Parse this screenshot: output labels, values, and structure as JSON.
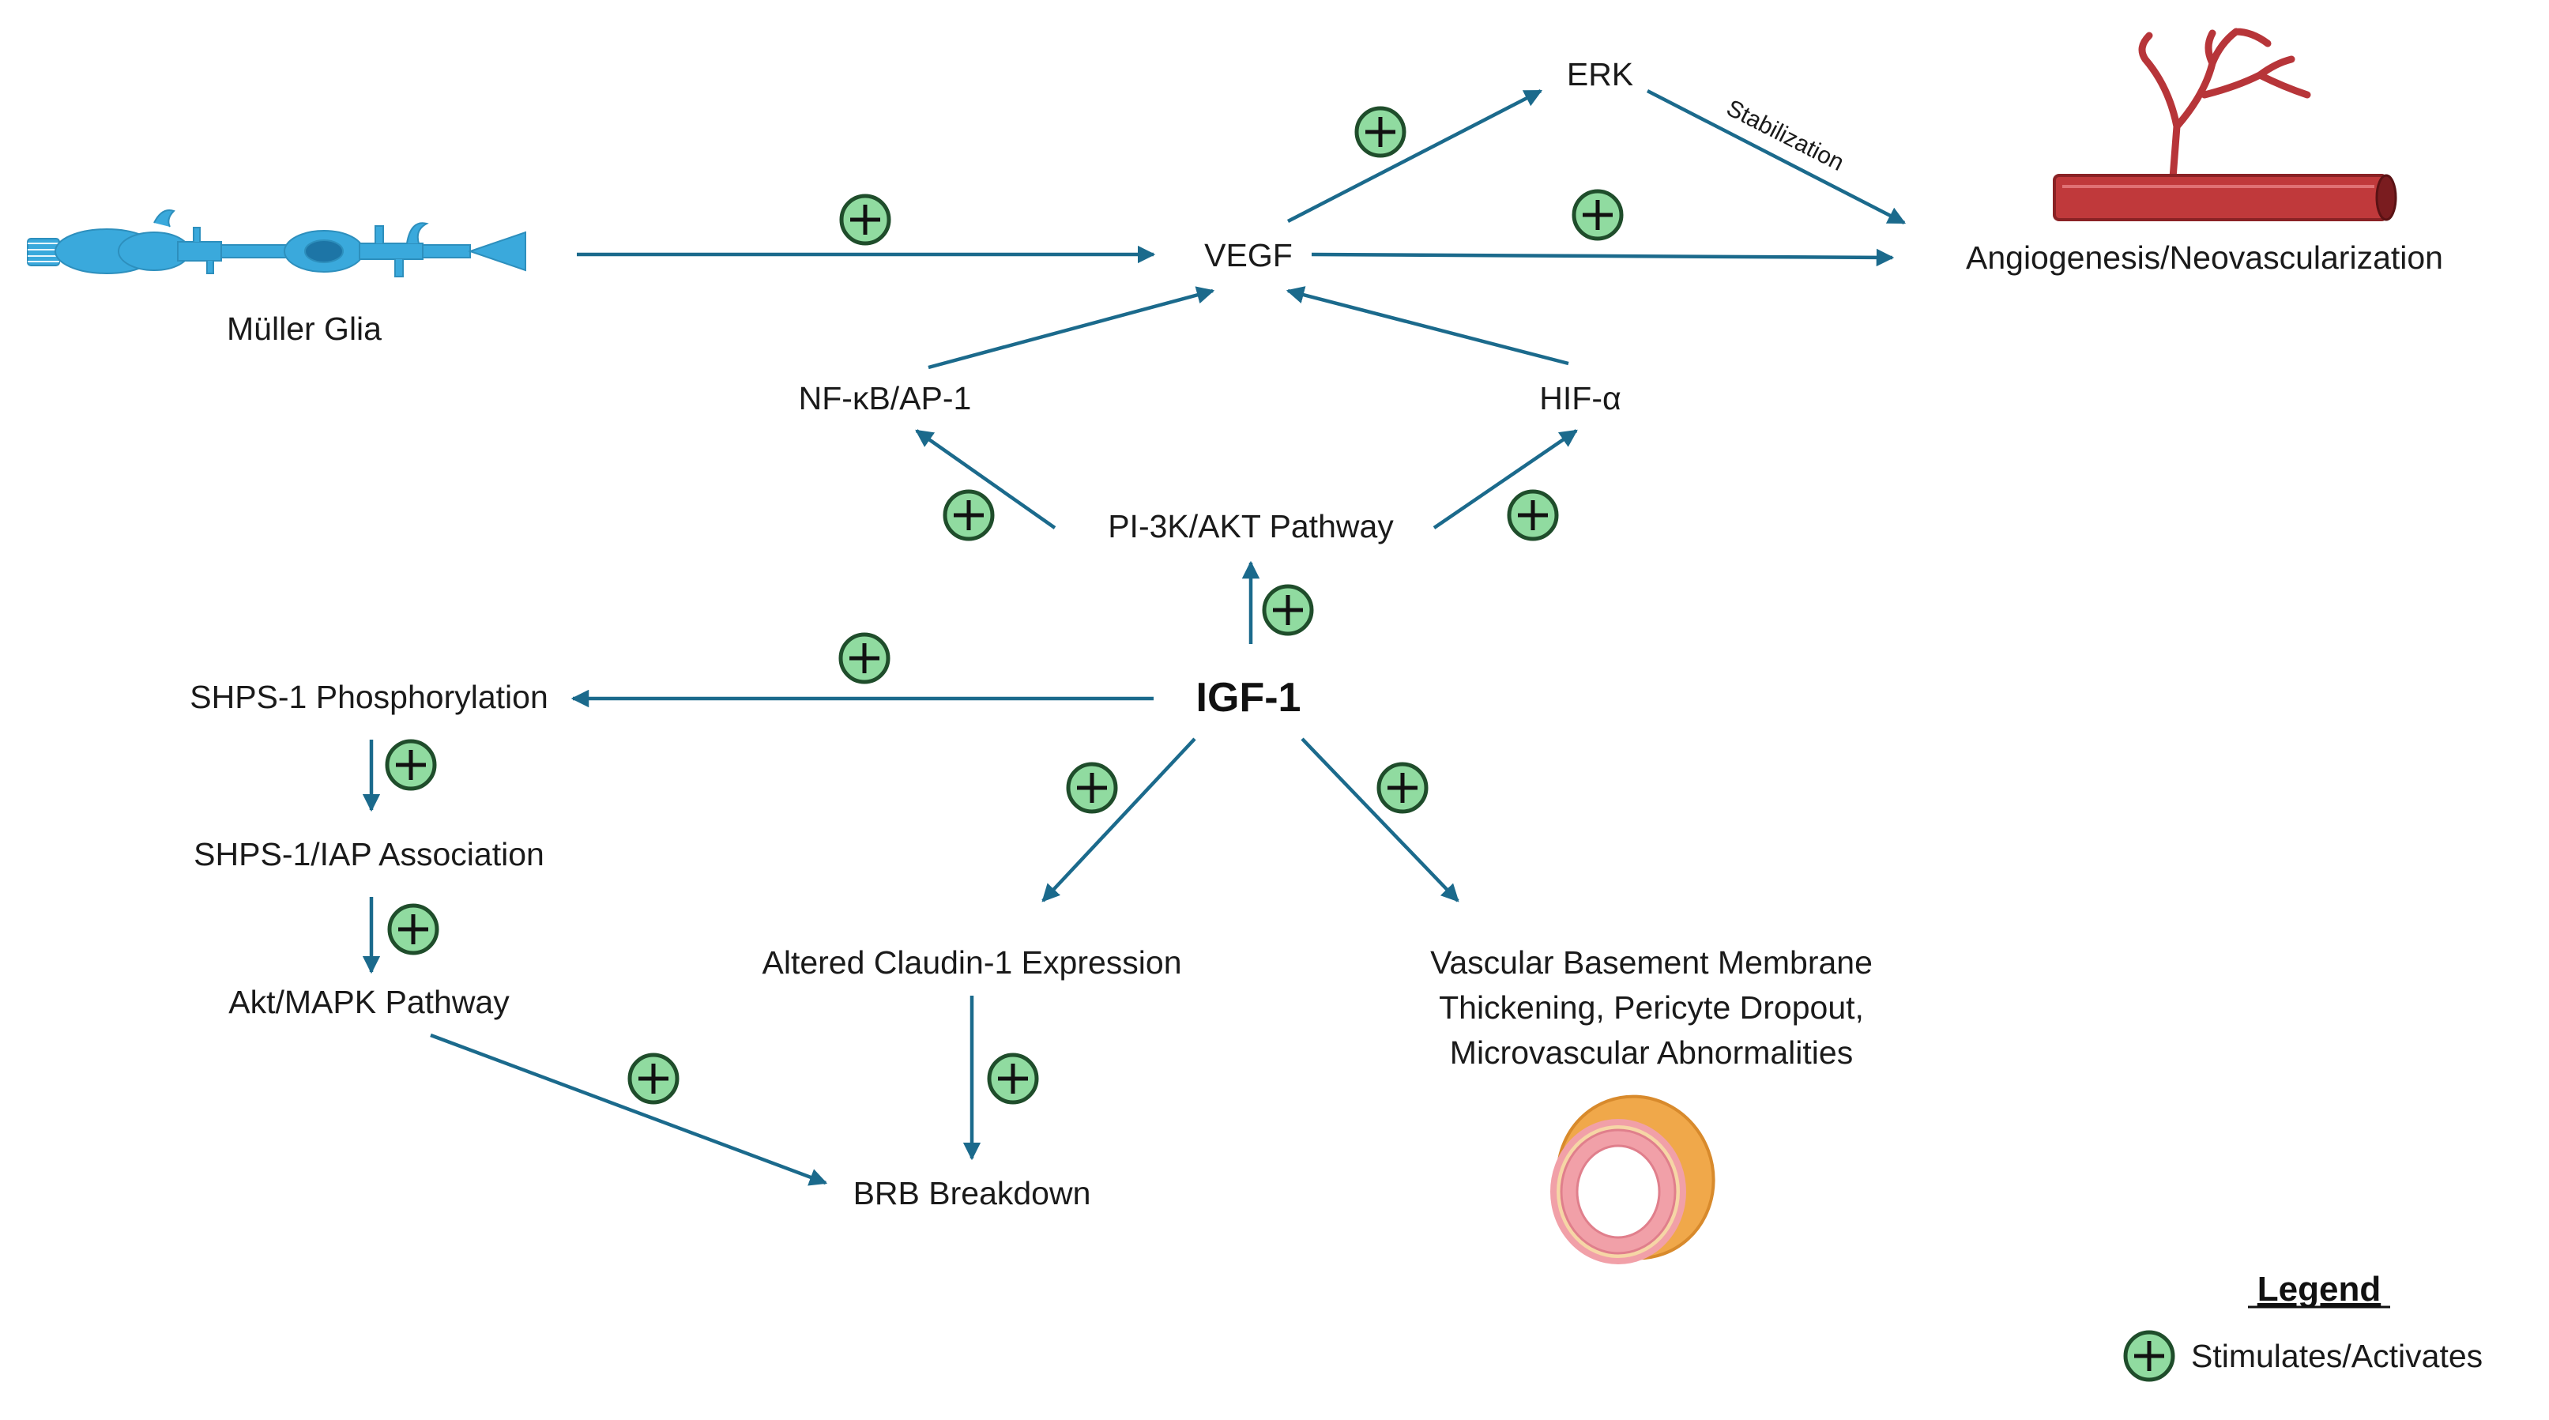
{
  "colors": {
    "arrow": "#1b6a8c",
    "plus_fill": "#90dba0",
    "plus_stroke": "#1f4d2b",
    "glia": "#3aa9dc",
    "vessel": "#c0393b",
    "ring_outer": "#f0a84a",
    "ring_inner": "#f1a0a8"
  },
  "nodes": {
    "muller_glia": "Müller Glia",
    "vegf": "VEGF",
    "erk": "ERK",
    "angiogenesis": "Angiogenesis/Neovascularization",
    "nfkb": "NF-κB/AP-1",
    "hif": "HIF-α",
    "pi3k": "PI-3K/AKT Pathway",
    "igf1": "IGF-1",
    "shps1_phos": "SHPS-1 Phosphorylation",
    "shps1_iap": "SHPS-1/IAP Association",
    "akt_mapk": "Akt/MAPK Pathway",
    "claudin": "Altered Claudin-1 Expression",
    "brb": "BRB Breakdown",
    "vascular_line1": "Vascular Basement Membrane",
    "vascular_line2": "Thickening, Pericyte Dropout,",
    "vascular_line3": "Microvascular Abnormalities"
  },
  "edge_labels": {
    "stabilization": "Stabilization"
  },
  "icons": {
    "glia": "muller-glia-cell-illustration",
    "vessel": "branching-blood-vessel-illustration",
    "ring": "vessel-cross-section-illustration",
    "plus": "plus-circle-icon"
  },
  "legend": {
    "title": "Legend",
    "stimulates": "Stimulates/Activates"
  }
}
